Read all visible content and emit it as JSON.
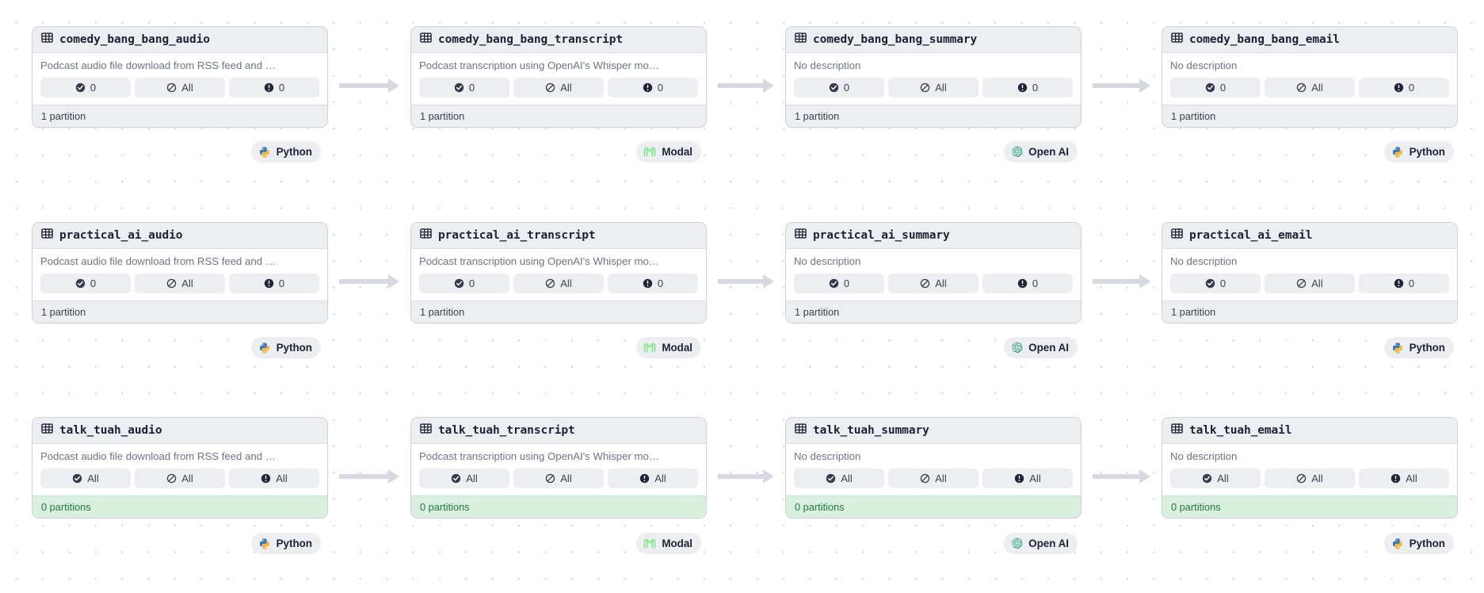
{
  "graph": {
    "background": "#ffffff",
    "grid_dot_color": "#d7dae0",
    "arrow_color": "#d6d9e0",
    "fresh_color": "#1f7a3f",
    "fresh_bg": "#d9f0de"
  },
  "descriptions": {
    "audio": "Podcast audio file download from RSS feed and …",
    "transcript": "Podcast transcription using OpenAI's Whisper mo…",
    "none": "No description"
  },
  "labels": {
    "partition_one": "1 partition",
    "partition_zero": "0 partitions",
    "zero": "0",
    "all": "All"
  },
  "badges": {
    "python": "Python",
    "modal": "Modal",
    "openai": "Open AI"
  },
  "rows": [
    {
      "id": "comedy-bang-bang",
      "nodes": [
        {
          "name": "comedy_bang_bang_audio",
          "description": "Podcast audio file download from RSS feed and …",
          "checks": "0",
          "blocked": "All",
          "failures": "0",
          "footer": "1 partition",
          "fresh": false,
          "badge": "Python",
          "badge_icon": "python-logo-icon"
        },
        {
          "name": "comedy_bang_bang_transcript",
          "description": "Podcast transcription using OpenAI's Whisper mo…",
          "checks": "0",
          "blocked": "All",
          "failures": "0",
          "footer": "1 partition",
          "fresh": false,
          "badge": "Modal",
          "badge_icon": "modal-logo-icon"
        },
        {
          "name": "comedy_bang_bang_summary",
          "description": "No description",
          "checks": "0",
          "blocked": "All",
          "failures": "0",
          "footer": "1 partition",
          "fresh": false,
          "badge": "Open AI",
          "badge_icon": "openai-logo-icon"
        },
        {
          "name": "comedy_bang_bang_email",
          "description": "No description",
          "checks": "0",
          "blocked": "All",
          "failures": "0",
          "footer": "1 partition",
          "fresh": false,
          "badge": "Python",
          "badge_icon": "python-logo-icon"
        }
      ]
    },
    {
      "id": "practical-ai",
      "nodes": [
        {
          "name": "practical_ai_audio",
          "description": "Podcast audio file download from RSS feed and …",
          "checks": "0",
          "blocked": "All",
          "failures": "0",
          "footer": "1 partition",
          "fresh": false,
          "badge": "Python",
          "badge_icon": "python-logo-icon"
        },
        {
          "name": "practical_ai_transcript",
          "description": "Podcast transcription using OpenAI's Whisper mo…",
          "checks": "0",
          "blocked": "All",
          "failures": "0",
          "footer": "1 partition",
          "fresh": false,
          "badge": "Modal",
          "badge_icon": "modal-logo-icon"
        },
        {
          "name": "practical_ai_summary",
          "description": "No description",
          "checks": "0",
          "blocked": "All",
          "failures": "0",
          "footer": "1 partition",
          "fresh": false,
          "badge": "Open AI",
          "badge_icon": "openai-logo-icon"
        },
        {
          "name": "practical_ai_email",
          "description": "No description",
          "checks": "0",
          "blocked": "All",
          "failures": "0",
          "footer": "1 partition",
          "fresh": false,
          "badge": "Python",
          "badge_icon": "python-logo-icon"
        }
      ]
    },
    {
      "id": "talk-tuah",
      "nodes": [
        {
          "name": "talk_tuah_audio",
          "description": "Podcast audio file download from RSS feed and …",
          "checks": "All",
          "blocked": "All",
          "failures": "All",
          "footer": "0 partitions",
          "fresh": true,
          "badge": "Python",
          "badge_icon": "python-logo-icon"
        },
        {
          "name": "talk_tuah_transcript",
          "description": "Podcast transcription using OpenAI's Whisper mo…",
          "checks": "All",
          "blocked": "All",
          "failures": "All",
          "footer": "0 partitions",
          "fresh": true,
          "badge": "Modal",
          "badge_icon": "modal-logo-icon"
        },
        {
          "name": "talk_tuah_summary",
          "description": "No description",
          "checks": "All",
          "blocked": "All",
          "failures": "All",
          "footer": "0 partitions",
          "fresh": true,
          "badge": "Open AI",
          "badge_icon": "openai-logo-icon"
        },
        {
          "name": "talk_tuah_email",
          "description": "No description",
          "checks": "All",
          "blocked": "All",
          "failures": "All",
          "footer": "0 partitions",
          "fresh": true,
          "badge": "Python",
          "badge_icon": "python-logo-icon"
        }
      ]
    }
  ]
}
